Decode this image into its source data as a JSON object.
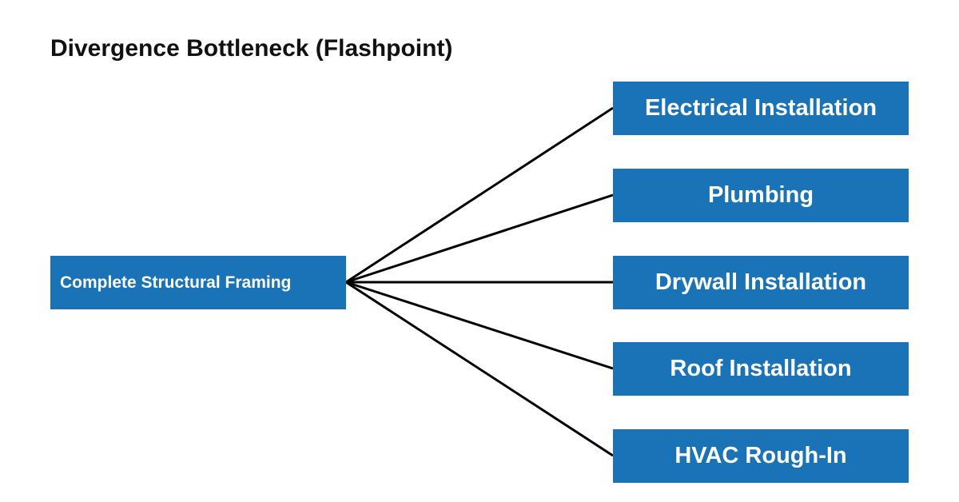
{
  "diagram": {
    "title": "Divergence Bottleneck (Flashpoint)",
    "source": {
      "label": "Complete Structural Framing"
    },
    "targets": [
      {
        "label": "Electrical Installation"
      },
      {
        "label": "Plumbing"
      },
      {
        "label": "Drywall Installation"
      },
      {
        "label": "Roof Installation"
      },
      {
        "label": "HVAC Rough-In"
      }
    ],
    "colors": {
      "node_fill": "#1a73b6",
      "node_text": "#ffffff",
      "connector": "#000000",
      "title": "#111111"
    }
  }
}
